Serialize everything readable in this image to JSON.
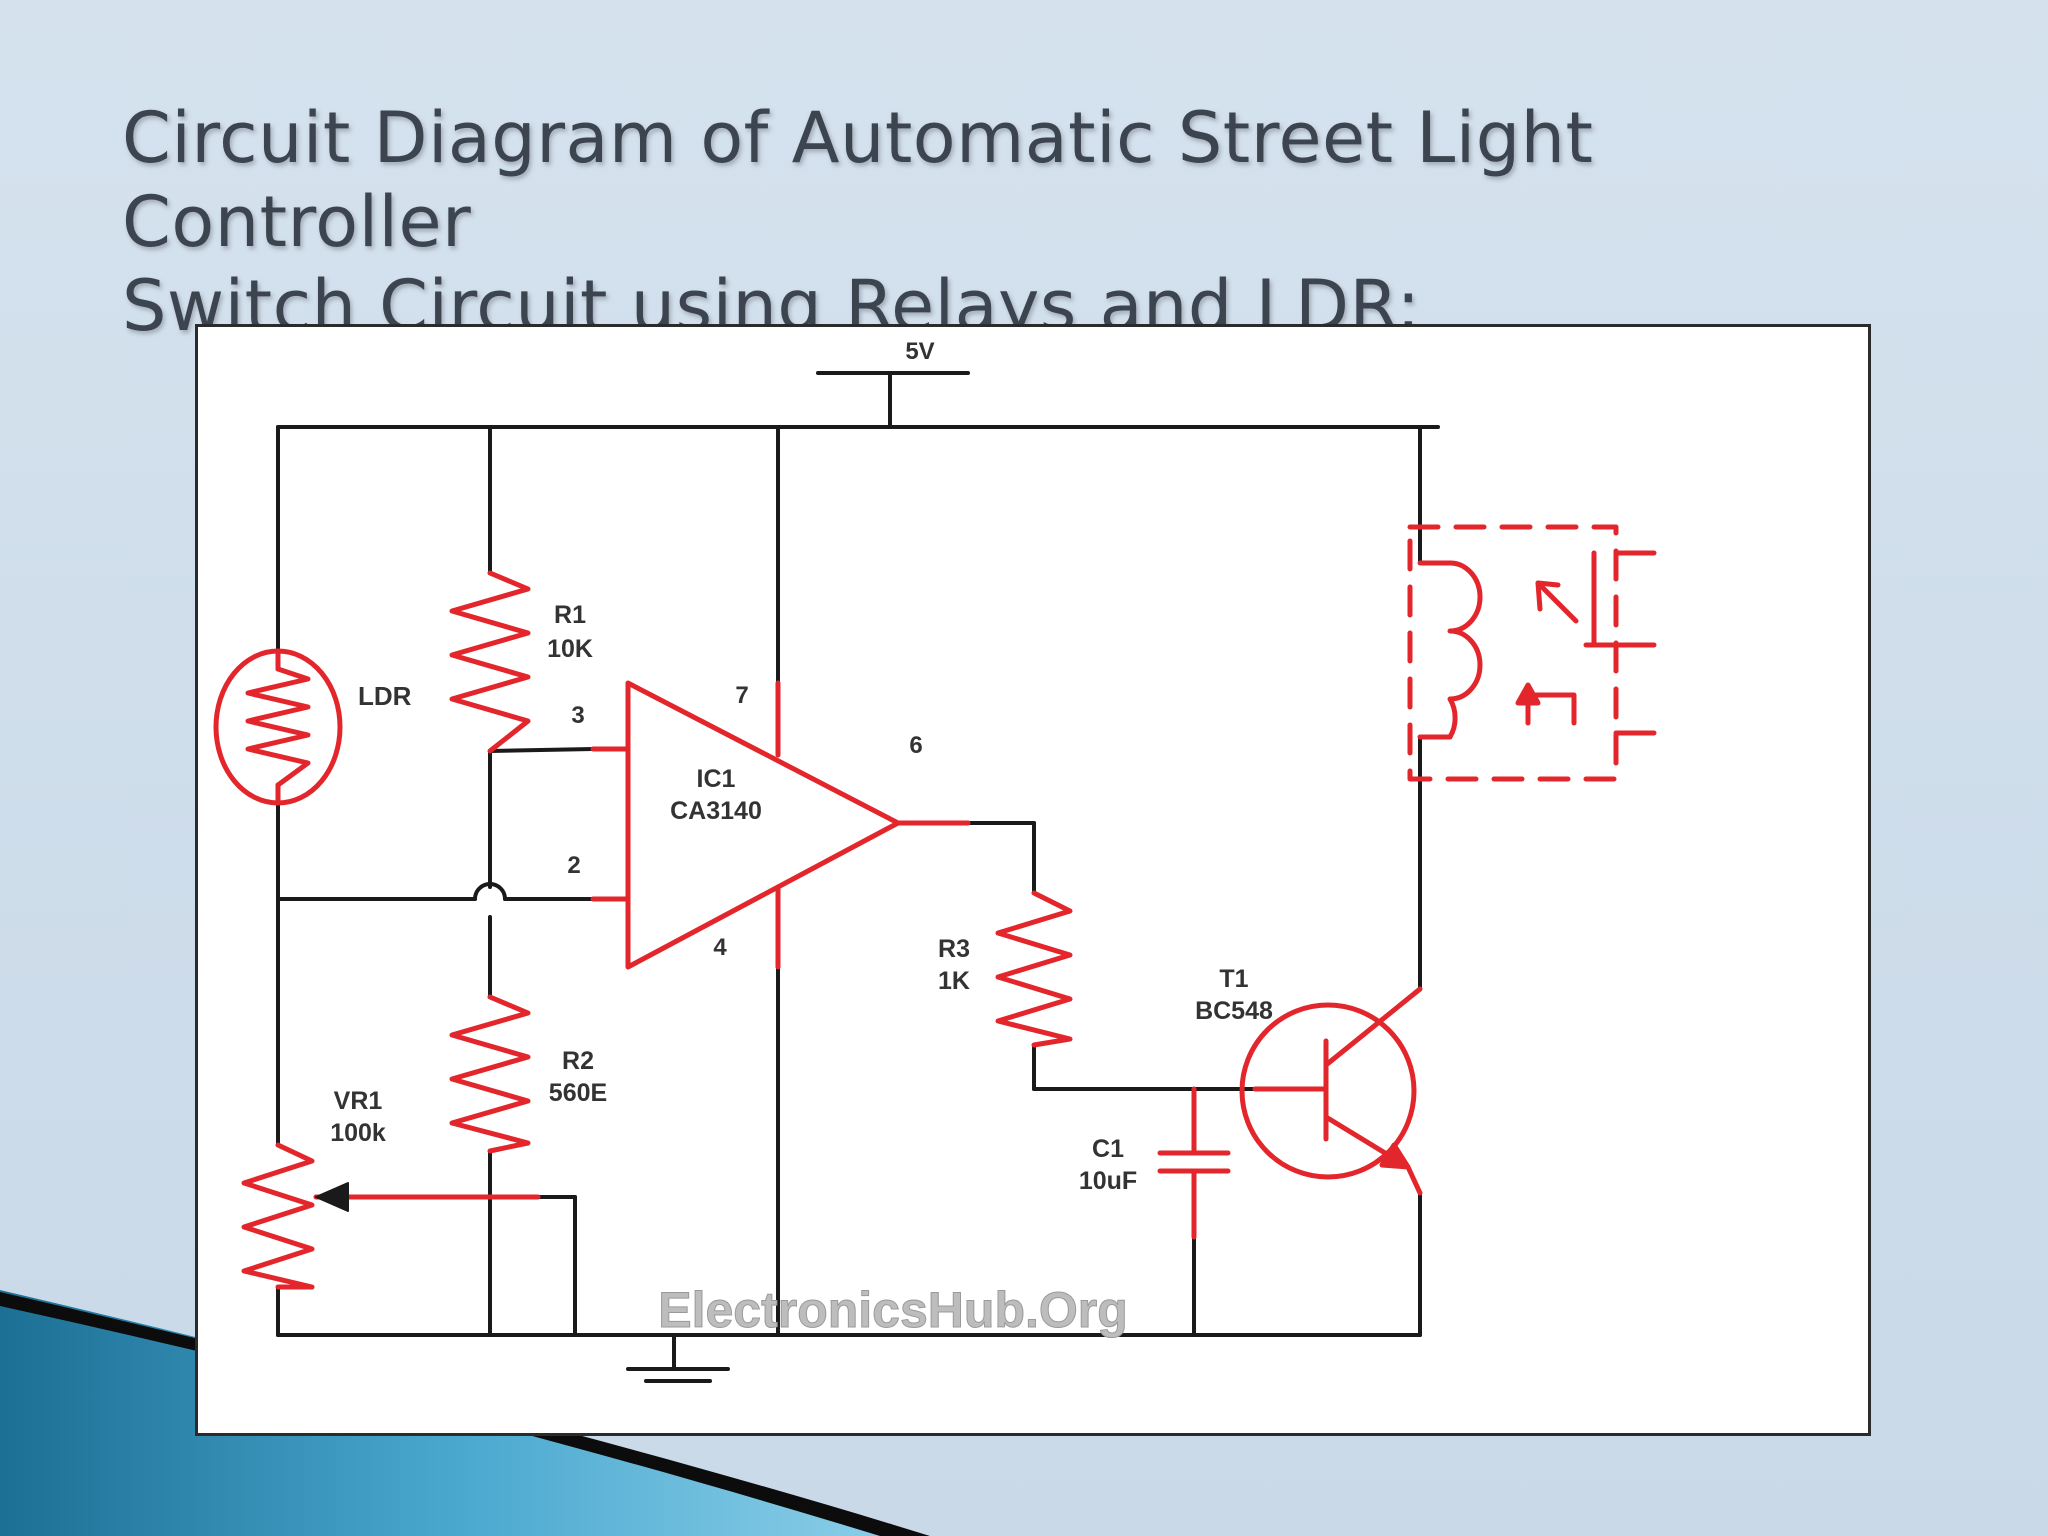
{
  "slide": {
    "title_line1": "Circuit Diagram of Automatic Street Light Controller",
    "title_line2": "Switch Circuit using Relays and LDR:"
  },
  "diagram": {
    "supply_label": "5V",
    "ldr_label": "LDR",
    "r1_name": "R1",
    "r1_value": "10K",
    "r2_name": "R2",
    "r2_value": "560E",
    "r3_name": "R3",
    "r3_value": "1K",
    "vr1_name": "VR1",
    "vr1_value": "100k",
    "ic_name": "IC1",
    "ic_part": "CA3140",
    "pin3": "3",
    "pin2": "2",
    "pin7": "7",
    "pin6": "6",
    "pin4": "4",
    "c1_name": "C1",
    "c1_value": "10uF",
    "t1_name": "T1",
    "t1_part": "BC548",
    "watermark": "ElectronicsHub.Org"
  },
  "colors": {
    "component": "#e3262b",
    "wire": "#1a1a1a"
  }
}
